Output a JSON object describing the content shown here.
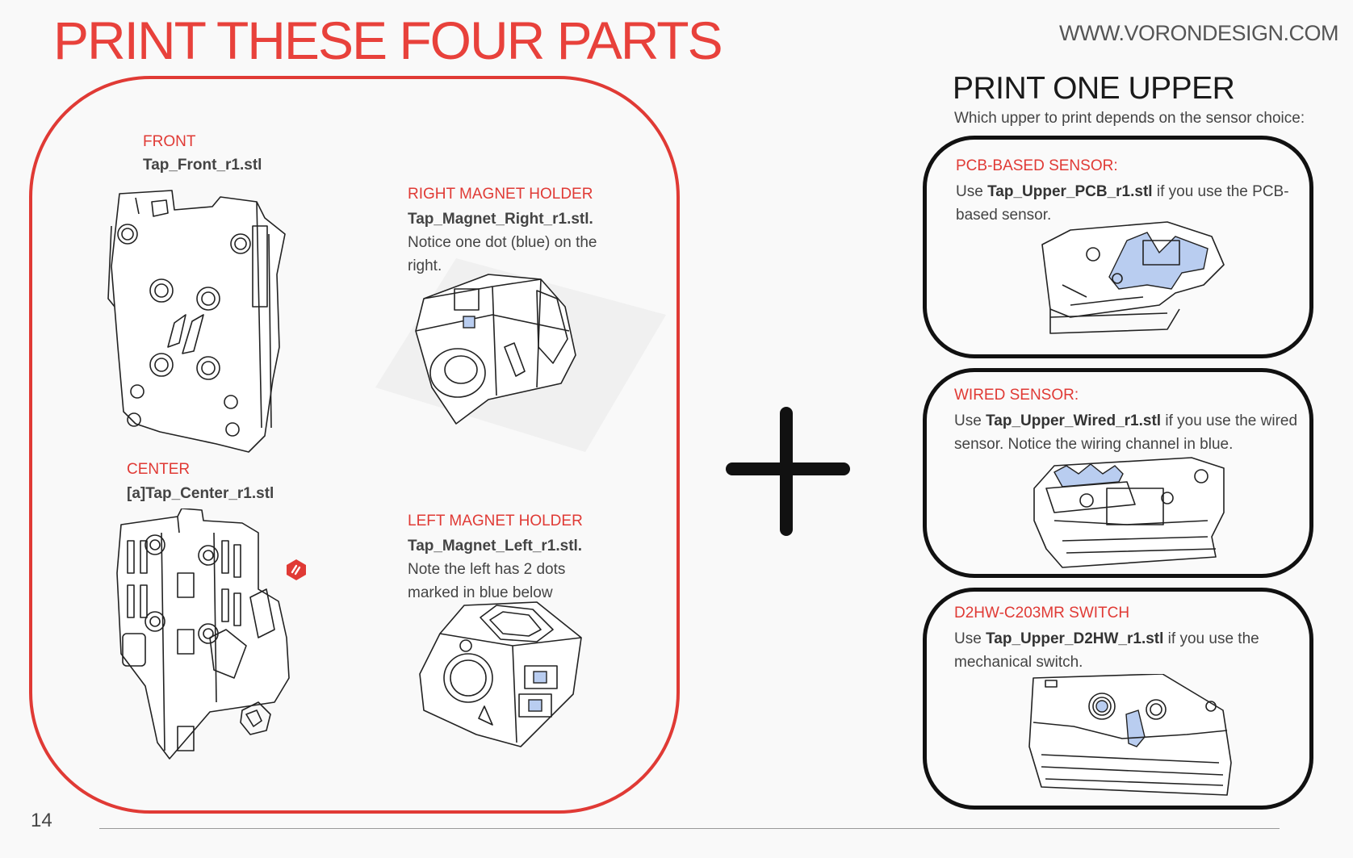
{
  "page": {
    "title": "PRINT THESE FOUR PARTS",
    "site": "WWW.VORONDESIGN.COM",
    "page_number": "14"
  },
  "parts": {
    "front": {
      "label": "FRONT",
      "file": "Tap_Front_r1.stl"
    },
    "right": {
      "label": "RIGHT MAGNET HOLDER",
      "file": "Tap_Magnet_Right_r1.stl.",
      "note": " Notice one dot (blue) on the right."
    },
    "center": {
      "label": "CENTER",
      "file": "[a]Tap_Center_r1.stl"
    },
    "left": {
      "label": "LEFT MAGNET HOLDER",
      "file": "Tap_Magnet_Left_r1.stl.",
      "note": " Note the left has 2 dots marked in blue below"
    }
  },
  "upper": {
    "title": "PRINT ONE UPPER",
    "subtitle": "Which upper to print depends on the sensor choice:",
    "cards": [
      {
        "title": "PCB-BASED SENSOR:",
        "prefix": "Use ",
        "file": "Tap_Upper_PCB_r1.stl",
        "suffix": " if you use the PCB-based sensor."
      },
      {
        "title": "WIRED SENSOR:",
        "prefix": "Use ",
        "file": "Tap_Upper_Wired_r1.stl",
        "suffix": " if you use the wired sensor. Notice the wiring channel in blue."
      },
      {
        "title": "D2HW-C203MR SWITCH",
        "prefix": "Use ",
        "file": "Tap_Upper_D2HW_r1.stl",
        "suffix": " if you use the mechanical switch."
      }
    ]
  },
  "colors": {
    "accent": "#e03a35",
    "highlight_blue": "#b9cdf0",
    "text": "#444444"
  },
  "icons": {
    "voron_badge": "voron-logo-icon",
    "plus": "plus-icon"
  }
}
